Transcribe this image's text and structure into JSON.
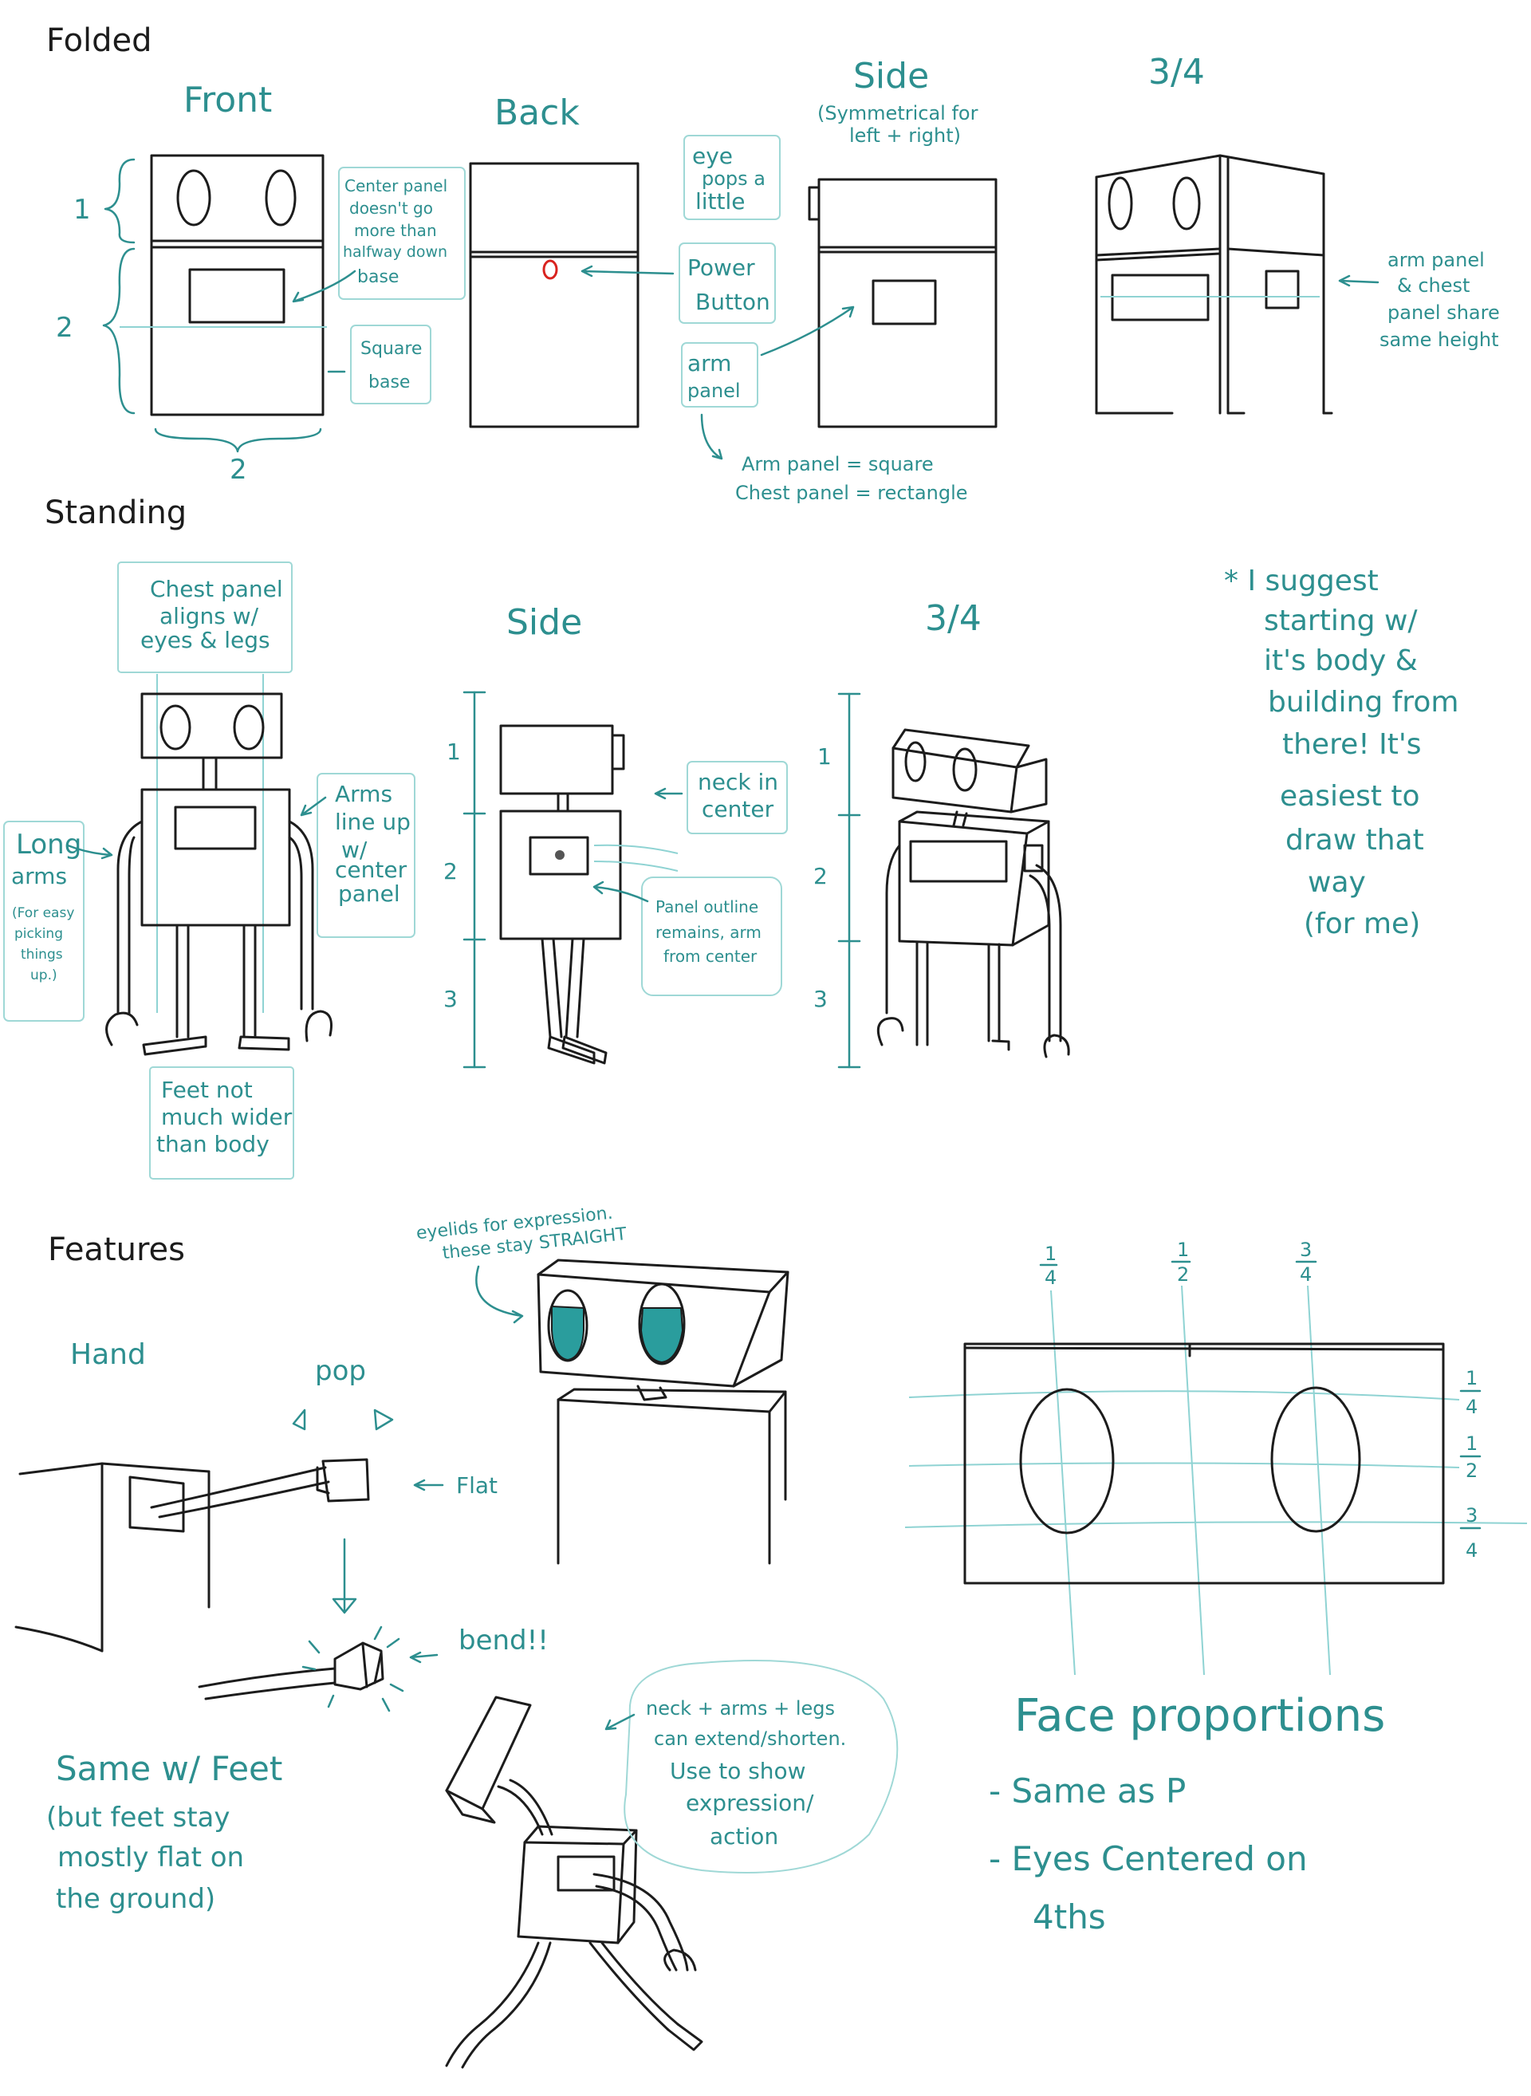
{
  "sections": {
    "folded": "Folded",
    "standing": "Standing",
    "features": "Features"
  },
  "folded": {
    "front_label": "Front",
    "back_label": "Back",
    "side_label": "Side",
    "side_sub_1": "(Symmetrical for",
    "side_sub_2": "left + right)",
    "threequarter_label": "3/4",
    "dim_1": "1",
    "dim_2": "2",
    "dim_bottom_2": "2",
    "note_center_panel": [
      "Center panel",
      "doesn't go",
      "more than",
      "halfway down",
      "base"
    ],
    "note_square_base": [
      "Square",
      "base"
    ],
    "note_eye_pops": [
      "eye",
      "pops a",
      "little"
    ],
    "note_power_button": [
      "Power",
      "Button"
    ],
    "note_arm_panel": [
      "arm",
      "panel"
    ],
    "note_panels_shape": [
      "Arm panel = square",
      "Chest panel = rectangle"
    ],
    "note_share_height": [
      "arm panel",
      "& chest",
      "panel share",
      "same height"
    ]
  },
  "standing": {
    "side_label": "Side",
    "threequarter_label": "3/4",
    "dim_1": "1",
    "dim_2": "2",
    "dim_3": "3",
    "note_chest_aligns": [
      "Chest panel",
      "aligns w/",
      "eyes & legs"
    ],
    "note_arms_line_up": [
      "Arms",
      "line up",
      "w/",
      "center",
      "panel"
    ],
    "note_long_arms": [
      "Long",
      "arms"
    ],
    "note_long_arms_sub": [
      "(For easy",
      "picking",
      "things",
      "up.)"
    ],
    "note_feet": [
      "Feet not",
      "much wider",
      "than body"
    ],
    "note_neck": [
      "neck in",
      "center"
    ],
    "note_panel_outline": [
      "Panel outline",
      "remains, arm",
      "from center"
    ],
    "note_suggest": [
      "* I suggest",
      "starting w/",
      "it's body &",
      "building from",
      "there! It's",
      "easiest to",
      "draw that",
      "way",
      "(for me)"
    ]
  },
  "features": {
    "hand_label": "Hand",
    "pop_label": "pop",
    "flat_label": "Flat",
    "bend_label": "bend!!",
    "eyelids_note": [
      "eyelids for expression.",
      "these stay STRAIGHT"
    ],
    "same_feet": [
      "Same w/ Feet",
      "(but feet stay",
      "mostly flat on",
      "the ground)"
    ],
    "extend_note": [
      "neck + arms + legs",
      "can extend/shorten.",
      "Use to show",
      "expression/",
      "action"
    ],
    "face_title": "Face proportions",
    "face_note_1": "- Same as P",
    "face_note_2": "- Eyes Centered on",
    "face_note_3": "4ths",
    "frac_top_1": [
      "1",
      "4"
    ],
    "frac_top_2": [
      "1",
      "2"
    ],
    "frac_top_3": [
      "3",
      "4"
    ],
    "frac_side_1": [
      "1",
      "4"
    ],
    "frac_side_2": [
      "1",
      "2"
    ],
    "frac_side_3": [
      "3",
      "4"
    ]
  },
  "colors": {
    "ink": "#1c1c1c",
    "teal": "#2d8f8f",
    "guide": "#8fd3d3",
    "power_button": "#d9231f",
    "eye_fill": "#2a9d9d"
  }
}
